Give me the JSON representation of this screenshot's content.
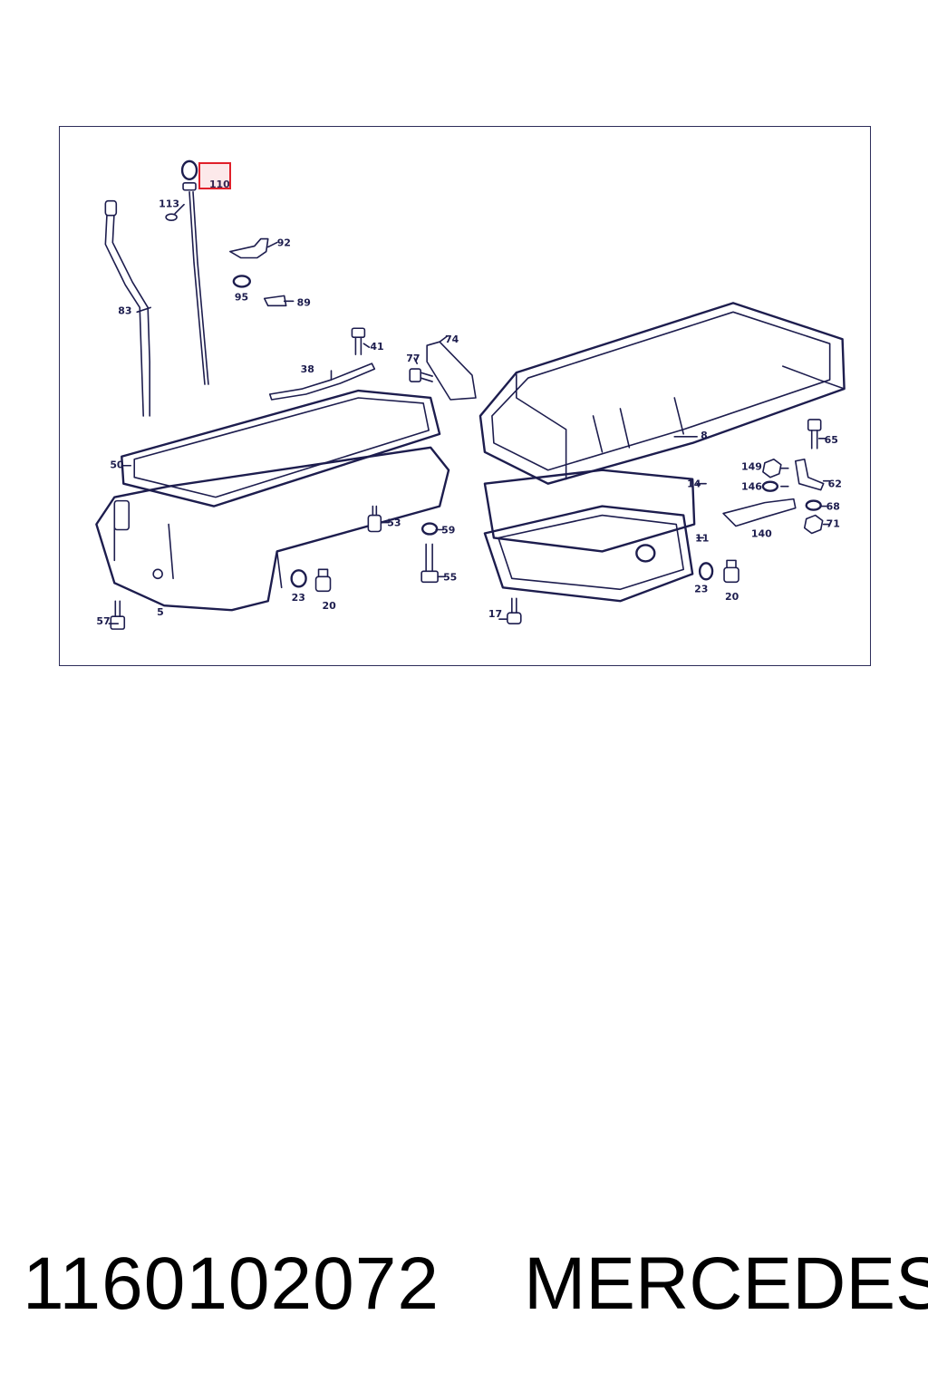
{
  "diagram": {
    "highlighted_callout": "110",
    "callouts": {
      "c110": "110",
      "c113": "113",
      "c83": "83",
      "c92": "92",
      "c95": "95",
      "c89": "89",
      "c41": "41",
      "c38": "38",
      "c74": "74",
      "c77": "77",
      "c50": "50",
      "c53": "53",
      "c59": "59",
      "c55": "55",
      "c23a": "23",
      "c20a": "20",
      "c57": "57",
      "c5": "5",
      "c8": "8",
      "c65": "65",
      "c149": "149",
      "c62": "62",
      "c146": "146",
      "c68": "68",
      "c14": "14",
      "c140": "140",
      "c71": "71",
      "c11": "11",
      "c23b": "23",
      "c20b": "20",
      "c17": "17"
    },
    "colors": {
      "line": "#1d1d4e",
      "highlight": "#e0202a"
    }
  },
  "footer": {
    "part_number": "1160102072",
    "brand": "MERCEDES"
  }
}
